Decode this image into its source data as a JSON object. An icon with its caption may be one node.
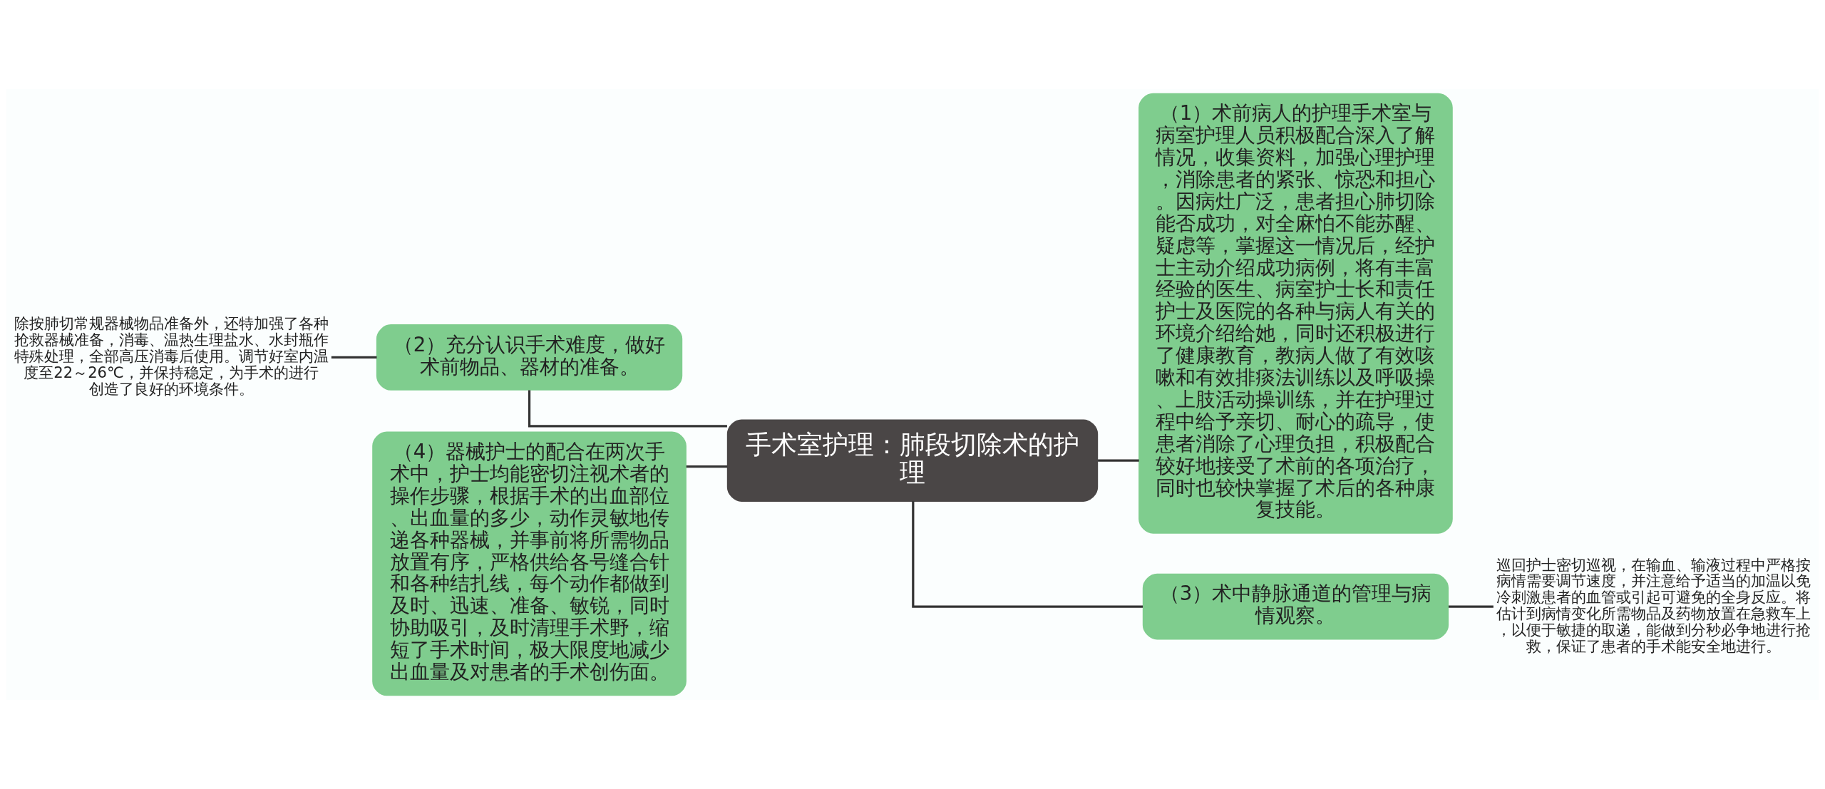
{
  "diagram": {
    "nodes": [
      {
        "text": [
          "手术室护理：肺段切除术的护理"
        ]
      },
      {
        "text": [
          "（1）术前病人的护理手术室与病室护理人员积极配合深入了解情况，收集资料，加强心理护理，消除患者的紧张、惊恐和担心。因病灶广泛，患者担心肺切除能否成功，对全麻怕不能苏醒、疑虑等，掌握这一情况后，经护士主动介绍成功病例，将有丰富经验的医生、病室护士长和责任护士及医院的各种与病人有关的环境介绍给她，同时还积极进行了健康教育，教病人做了有效咳嗽和有效排痰法训练以及呼吸操、上肢活动操训练，并在护理过程中给予亲切、耐心的疏导，使患者消除了心理负担，积极配合较好地接受了术前的各项治疗，同时也较快掌握了术后的各种康复技能。"
        ]
      },
      {
        "text": [
          "（2）充分认识手术难度，做好术前物品、器材的准备。"
        ]
      },
      {
        "text": [
          "（3）术中静脉通道的管理与病情观察。"
        ]
      },
      {
        "text": [
          "（4）器械护士的配合在两次手术中，护士均能密切注视术者的操作步骤，根据手术的出血部位、出血量的多少，动作灵敏地传递各种器械，并事前将所需物品放置有序，严格供给各号缝合针和各种结扎线，每个动作都做到及时、迅速、准备、敏锐，同时协助吸引，及时清理手术野，缩短了手术时间，极大限度地减少出血量及对患者的手术创伤面。"
        ]
      },
      {
        "text": [
          "除按肺切常规器械物品准备外，还特加强了各种抢救器械准备，消毒、温热生理盐水、水封瓶作特殊处理，全部高压消毒后使用。调节好室内温度至22～26℃，并保持稳定，为手术的进行创造了良好的环境条件。"
        ]
      },
      {
        "text": [
          "巡回护士密切巡视，在输血、输液过程中严格按病情需要调节速度，并注意给予适当的加温以免冷刺激患者的血管或引起可避免的全身反应。将估计到病情变化所需物品及药物放置在急救车上，以便于敏捷的取递，能做到分秒必争地进行抢救，保证了患者的手术能安全地进行。"
        ]
      }
    ],
    "edges": [
      {
        "from": 5,
        "to": 2,
        "arrow": "none"
      },
      {
        "from": 2,
        "to": 0,
        "arrow": "none"
      },
      {
        "from": 4,
        "to": 0,
        "arrow": "none"
      },
      {
        "from": 0,
        "to": 1,
        "arrow": "none"
      },
      {
        "from": 0,
        "to": 3,
        "arrow": "none"
      },
      {
        "from": 3,
        "to": 6,
        "arrow": "none"
      }
    ]
  }
}
